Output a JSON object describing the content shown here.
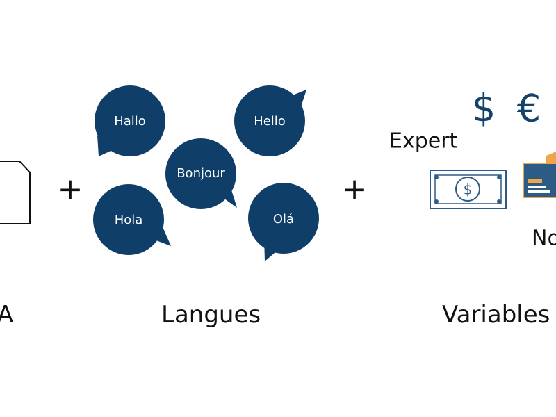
{
  "colors": {
    "bubble": "#0f3f69",
    "bubble_text": "#ffffff",
    "accent_orange": "#f0a54a",
    "ink": "#111111",
    "card_blue": "#2c5b86"
  },
  "sections": {
    "left_caption": "A",
    "languages_caption": "Langues",
    "variables_caption": "Variables"
  },
  "operators": {
    "plus_1": "+",
    "plus_2": "+"
  },
  "bubbles": [
    {
      "id": "hallo",
      "text": "Hallo"
    },
    {
      "id": "hello",
      "text": "Hello"
    },
    {
      "id": "bonjour",
      "text": "Bonjour"
    },
    {
      "id": "hola",
      "text": "Hola"
    },
    {
      "id": "ola",
      "text": "Olá"
    }
  ],
  "variables": {
    "expert_label": "Expert",
    "novice_label_partial": "No",
    "currency_symbols": [
      "$",
      "€"
    ]
  },
  "icons": {
    "document": "document-icon",
    "banknote": "banknote-icon",
    "credit_card": "credit-card-icon"
  }
}
